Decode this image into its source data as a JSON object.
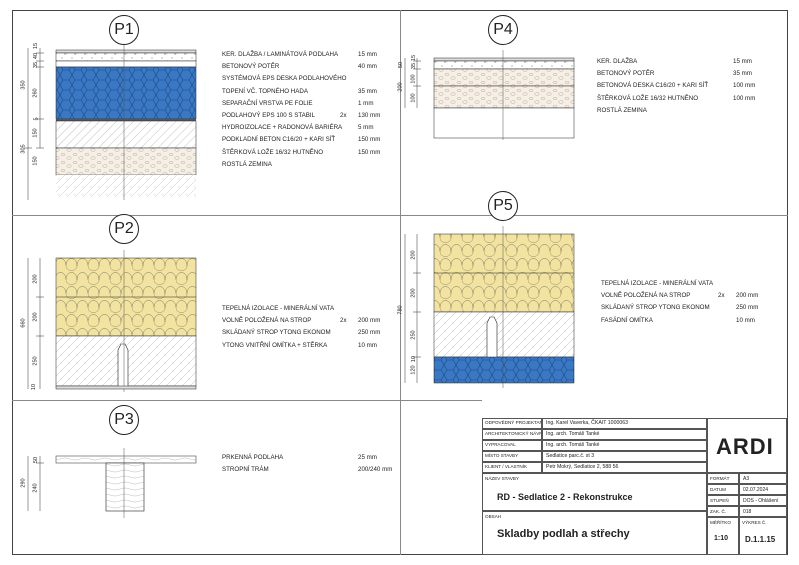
{
  "sections": {
    "p1": {
      "label": "P1",
      "layers": [
        {
          "name": "KER. DLAŽBA / LAMINÁTOVÁ PODLAHA",
          "qty": "",
          "value": "15 mm"
        },
        {
          "name": "BETONOVÝ POTĚR",
          "qty": "",
          "value": "40 mm"
        },
        {
          "name": "SYSTÉMOVÁ EPS DESKA PODLAHOVÉHO",
          "qty": "",
          "value": ""
        },
        {
          "name": "TOPENÍ VČ. TOPNÉHO HADA",
          "qty": "",
          "value": "35 mm"
        },
        {
          "name": "SEPARAČNÍ VRSTVA PE FOLIE",
          "qty": "",
          "value": "1 mm"
        },
        {
          "name": "PODLAHOVÝ EPS 100 S STABIL",
          "qty": "2x",
          "value": "130 mm"
        },
        {
          "name": "HYDROIZOLACE + RADONOVÁ BARIÉRA",
          "qty": "",
          "value": "5 mm"
        },
        {
          "name": "PODKLADNÍ BETON C16/20 + KARI SÍŤ",
          "qty": "",
          "value": "150 mm"
        },
        {
          "name": "ŠTĚRKOVÁ LOŽE 16/32 HUTNĚNO",
          "qty": "",
          "value": "150 mm"
        },
        {
          "name": "ROSTLÁ ZEMINA",
          "qty": "",
          "value": ""
        }
      ],
      "dims": [
        "15",
        "40",
        "35",
        "350",
        "260",
        "150",
        "5",
        "305",
        "150"
      ]
    },
    "p2": {
      "label": "P2",
      "layers": [
        {
          "name": "TEPELNÁ IZOLACE - MINERÁLNÍ VATA",
          "qty": "",
          "value": ""
        },
        {
          "name": "VOLNĚ POLOŽENÁ NA STROP",
          "qty": "2x",
          "value": "200 mm"
        },
        {
          "name": "SKLÁDANÝ STROP YTONG EKONOM",
          "qty": "",
          "value": "250 mm"
        },
        {
          "name": "YTONG VNITŘNÍ OMÍTKA + STĚRKA",
          "qty": "",
          "value": "10 mm"
        }
      ],
      "dims": [
        "200",
        "660",
        "200",
        "250",
        "10"
      ]
    },
    "p3": {
      "label": "P3",
      "layers": [
        {
          "name": "PRKENNÁ PODLAHA",
          "qty": "",
          "value": "25 mm"
        },
        {
          "name": "STROPNÍ TRÁM",
          "qty": "",
          "value": "200/240 mm"
        }
      ],
      "dims": [
        "50",
        "290",
        "240"
      ]
    },
    "p4": {
      "label": "P4",
      "layers": [
        {
          "name": "KER. DLAŽBA",
          "qty": "",
          "value": "15 mm"
        },
        {
          "name": "BETONOVÝ POTĚR",
          "qty": "",
          "value": "35 mm"
        },
        {
          "name": "BETONOVÁ DESKA C16/20 + KARI SÍŤ",
          "qty": "",
          "value": "100 mm"
        },
        {
          "name": "ŠTĚRKOVÁ LOŽE 16/32 HUTNĚNO",
          "qty": "",
          "value": "100 mm"
        },
        {
          "name": "ROSTLÁ ZEMINA",
          "qty": "",
          "value": ""
        }
      ],
      "dims": [
        "15",
        "35",
        "50",
        "200",
        "100",
        "100"
      ]
    },
    "p5": {
      "label": "P5",
      "layers": [
        {
          "name": "TEPELNÁ IZOLACE - MINERÁLNÍ VATA",
          "qty": "",
          "value": ""
        },
        {
          "name": "VOLNĚ POLOŽENÁ NA STROP",
          "qty": "2x",
          "value": "200 mm"
        },
        {
          "name": "SKLÁDANÝ STROP YTONG EKONOM",
          "qty": "",
          "value": "250 mm"
        },
        {
          "name": "FASÁDNÍ OMÍTKA",
          "qty": "",
          "value": "10 mm"
        }
      ],
      "dims": [
        "200",
        "780",
        "200",
        "250",
        "10",
        "120"
      ]
    }
  },
  "title_block": {
    "rows": [
      {
        "key": "ODPOVĚDNÝ PROJEKTANT",
        "value": "Ing. Karel Vaverka, ČKAIT 1000063"
      },
      {
        "key": "ARCHITEKTONICKÝ NÁVRH",
        "value": "Ing. arch. Tomáš Tanké"
      },
      {
        "key": "VYPRACOVAL",
        "value": "Ing. arch. Tomáš Tanké"
      },
      {
        "key": "MÍSTO STAVBY",
        "value": "Sedlatice parc.č. st 3"
      },
      {
        "key": "KLIENT / VLASTNÍK",
        "value": "Petr Mokrý, Sedlatice 2, 588 56"
      }
    ],
    "logo": "ARDI",
    "project_key": "NÁZEV STAVBY",
    "project": "RD - Sedlatice 2 - Rekonstrukce",
    "content_key": "OBSAH",
    "content": "Skladby podlah a střechy",
    "scale_key": "MĚŘÍTKO",
    "scale": "1:10",
    "meta": [
      {
        "key": "FORMÁT",
        "value": "A3"
      },
      {
        "key": "DATUM",
        "value": "02.07.2024"
      },
      {
        "key": "STUPEŇ",
        "value": "DOS - Ohlášení"
      },
      {
        "key": "ZAK. Č.",
        "value": "018"
      }
    ],
    "drawing_no_key": "VÝKRES Č.",
    "drawing_no": "D.1.1.15"
  },
  "colors": {
    "insulation": "#f3e3a0",
    "eps": "#3a78c4",
    "line": "#222222"
  }
}
